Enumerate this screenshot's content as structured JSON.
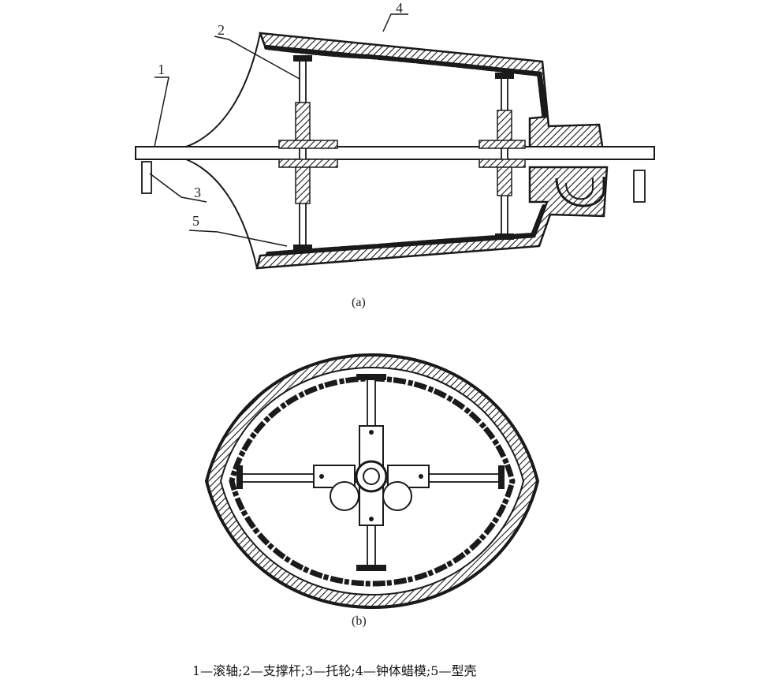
{
  "figure": {
    "part_labels": [
      "1",
      "2",
      "3",
      "4",
      "5"
    ],
    "caption_a": "(a)",
    "caption_b": "(b)",
    "legend": "1—滚轴;2—支撑杆;3—托轮;4—钟体蜡模;5—型壳"
  },
  "colors": {
    "ink": "#1a1a1a",
    "paper": "#ffffff"
  }
}
